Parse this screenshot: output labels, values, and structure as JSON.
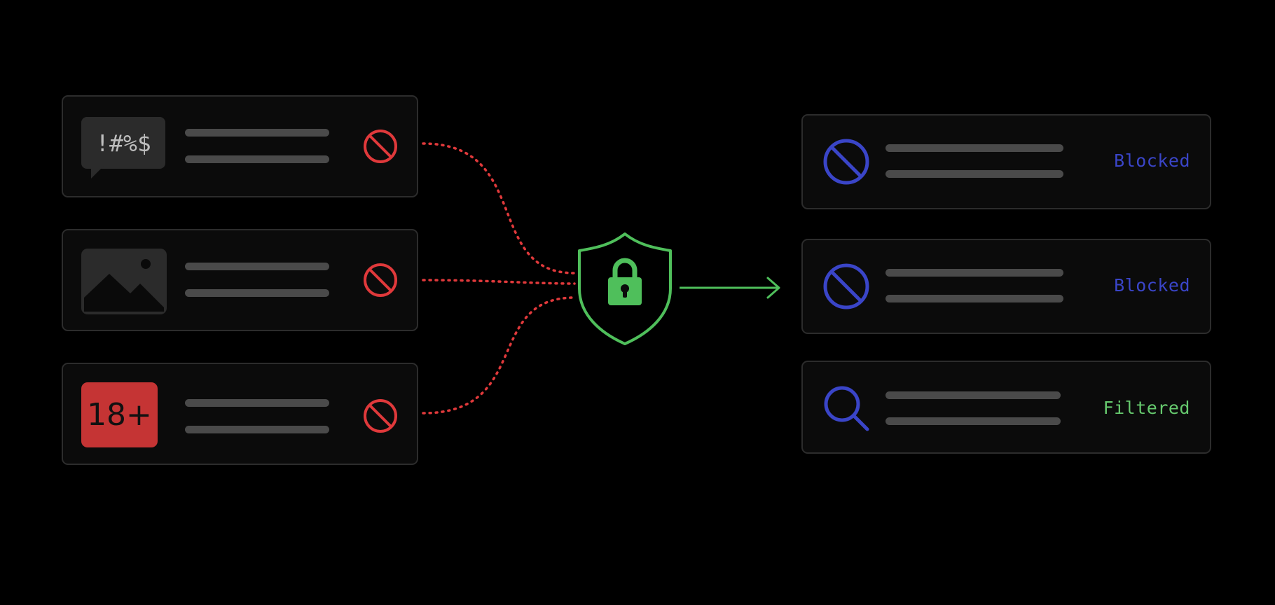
{
  "colors": {
    "background": "#000000",
    "card_bg": "#0b0b0b",
    "card_border": "#2c2c2c",
    "text_line": "#4a4a4a",
    "block_red": "#e0393b",
    "block_blue": "#3a45c8",
    "shield_green": "#4fbf5b",
    "filtered_green": "#66c96e",
    "age_badge": "#c53434"
  },
  "inputs": [
    {
      "type": "profanity",
      "icon": "speech-bubble-icon",
      "symbol_text": "!#%$",
      "status_icon": "prohibited-icon"
    },
    {
      "type": "image",
      "icon": "image-icon",
      "status_icon": "prohibited-icon"
    },
    {
      "type": "adult",
      "icon": "age-badge-icon",
      "badge_text": "18+",
      "status_icon": "prohibited-icon"
    }
  ],
  "filter": {
    "icon": "shield-lock-icon"
  },
  "outputs": [
    {
      "icon": "prohibited-icon",
      "status": "Blocked",
      "status_color": "#3a45c8"
    },
    {
      "icon": "prohibited-icon",
      "status": "Blocked",
      "status_color": "#3a45c8"
    },
    {
      "icon": "search-icon",
      "status": "Filtered",
      "status_color": "#66c96e"
    }
  ]
}
